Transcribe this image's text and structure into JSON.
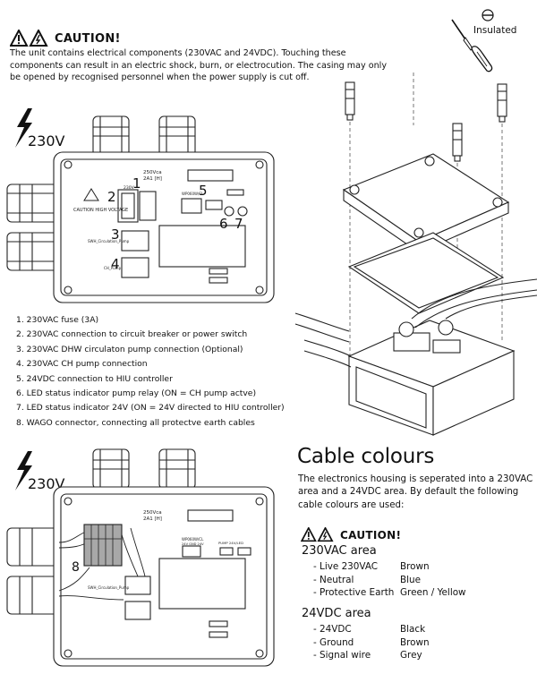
{
  "caution": {
    "title": "CAUTION!",
    "text": "The unit contains electrical components (230VAC and 24VDC). Touching these components can result in an electric shock, burn, or electrocution. The casing may only be opened by recognised personnel when the power supply is cut off."
  },
  "insulated_label": "Insulated",
  "voltage_label_top": "230V",
  "voltage_label_bottom": "230V",
  "board": {
    "fuse_rating": "250Vca",
    "fuse_rating2": "2A1 [H]",
    "voltage_230": "230V",
    "caution_label": "CAUTION HIGH VOLTAGE",
    "dhw_label": "SWH_Circulation_Pump",
    "ch_label": "CH_Pump",
    "module_label": "WP060W/CL",
    "module_pins": "24V GND 24V",
    "led_labels": "PUMP  24V/LED",
    "callouts": [
      "1",
      "2",
      "3",
      "4",
      "5",
      "6",
      "7"
    ],
    "callout_wago": "8"
  },
  "legend": [
    "1. 230VAC fuse (3A)",
    "2. 230VAC connection to circuit breaker or power switch",
    "3. 230VAC DHW circulaton pump connection (Optional)",
    "4. 230VAC CH pump connection",
    "5. 24VDC connection to HIU controller",
    "6. LED status indicator pump relay (ON = CH pump actve)",
    "7. LED status indicator 24V (ON = 24V directed to HIU controller)",
    "8. WAGO connector, connecting all protectve earth cables"
  ],
  "cable": {
    "heading": "Cable colours",
    "intro": "The electronics housing is seperated into a 230VAC area and a 24VDC area. By default the following cable colours are used:",
    "caution_title": "CAUTION!",
    "ac_area": {
      "title": "230VAC area",
      "rows": [
        {
          "name": "- Live 230VAC",
          "colour": "Brown"
        },
        {
          "name": "- Neutral",
          "colour": "Blue"
        },
        {
          "name": "- Protective Earth",
          "colour": "Green / Yellow"
        }
      ]
    },
    "dc_area": {
      "title": "24VDC area",
      "rows": [
        {
          "name": "- 24VDC",
          "colour": "Black"
        },
        {
          "name": "- Ground",
          "colour": "Brown"
        },
        {
          "name": "- Signal wire",
          "colour": "Grey"
        }
      ]
    }
  }
}
